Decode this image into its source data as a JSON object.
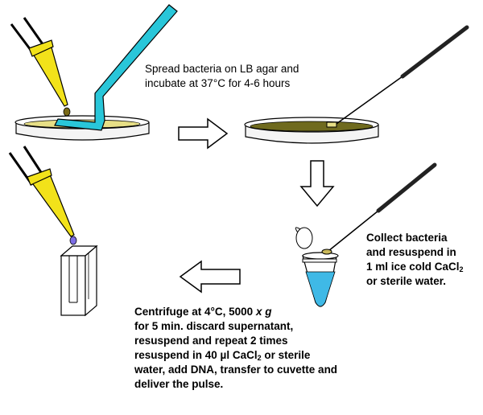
{
  "steps": {
    "spread": {
      "line1": "Spread bacteria on LB agar and",
      "line2": "incubate at 37°C for 4-6 hours"
    },
    "collect": {
      "line1": "Collect bacteria",
      "line2": "and resuspend in",
      "line3_pre": "1 ml ice cold CaCl",
      "line3_sub": "2",
      "line4": "or sterile water."
    },
    "centrifuge": {
      "line1_pre": "Centrifuge at 4°C, 5000 ",
      "line1_var": "x g",
      "line2": "for 5 min. discard supernatant,",
      "line3": "resuspend and repeat 2 times",
      "line4_pre": "resuspend in 40 µl CaCl",
      "line4_sub": "2",
      "line4_post": " or sterile",
      "line5": "water, add DNA, transfer to cuvette and",
      "line6": "deliver the pulse."
    }
  },
  "colors": {
    "pipette": "#f2e21a",
    "spreader": "#29c6d9",
    "agar_fresh": "#e7df86",
    "agar_grown": "#6f6a1e",
    "drop_bacteria": "#7a6a18",
    "drop_dna": "#7d6ee6",
    "liquid": "#3fb9e6",
    "loop_handle": "#222222"
  }
}
